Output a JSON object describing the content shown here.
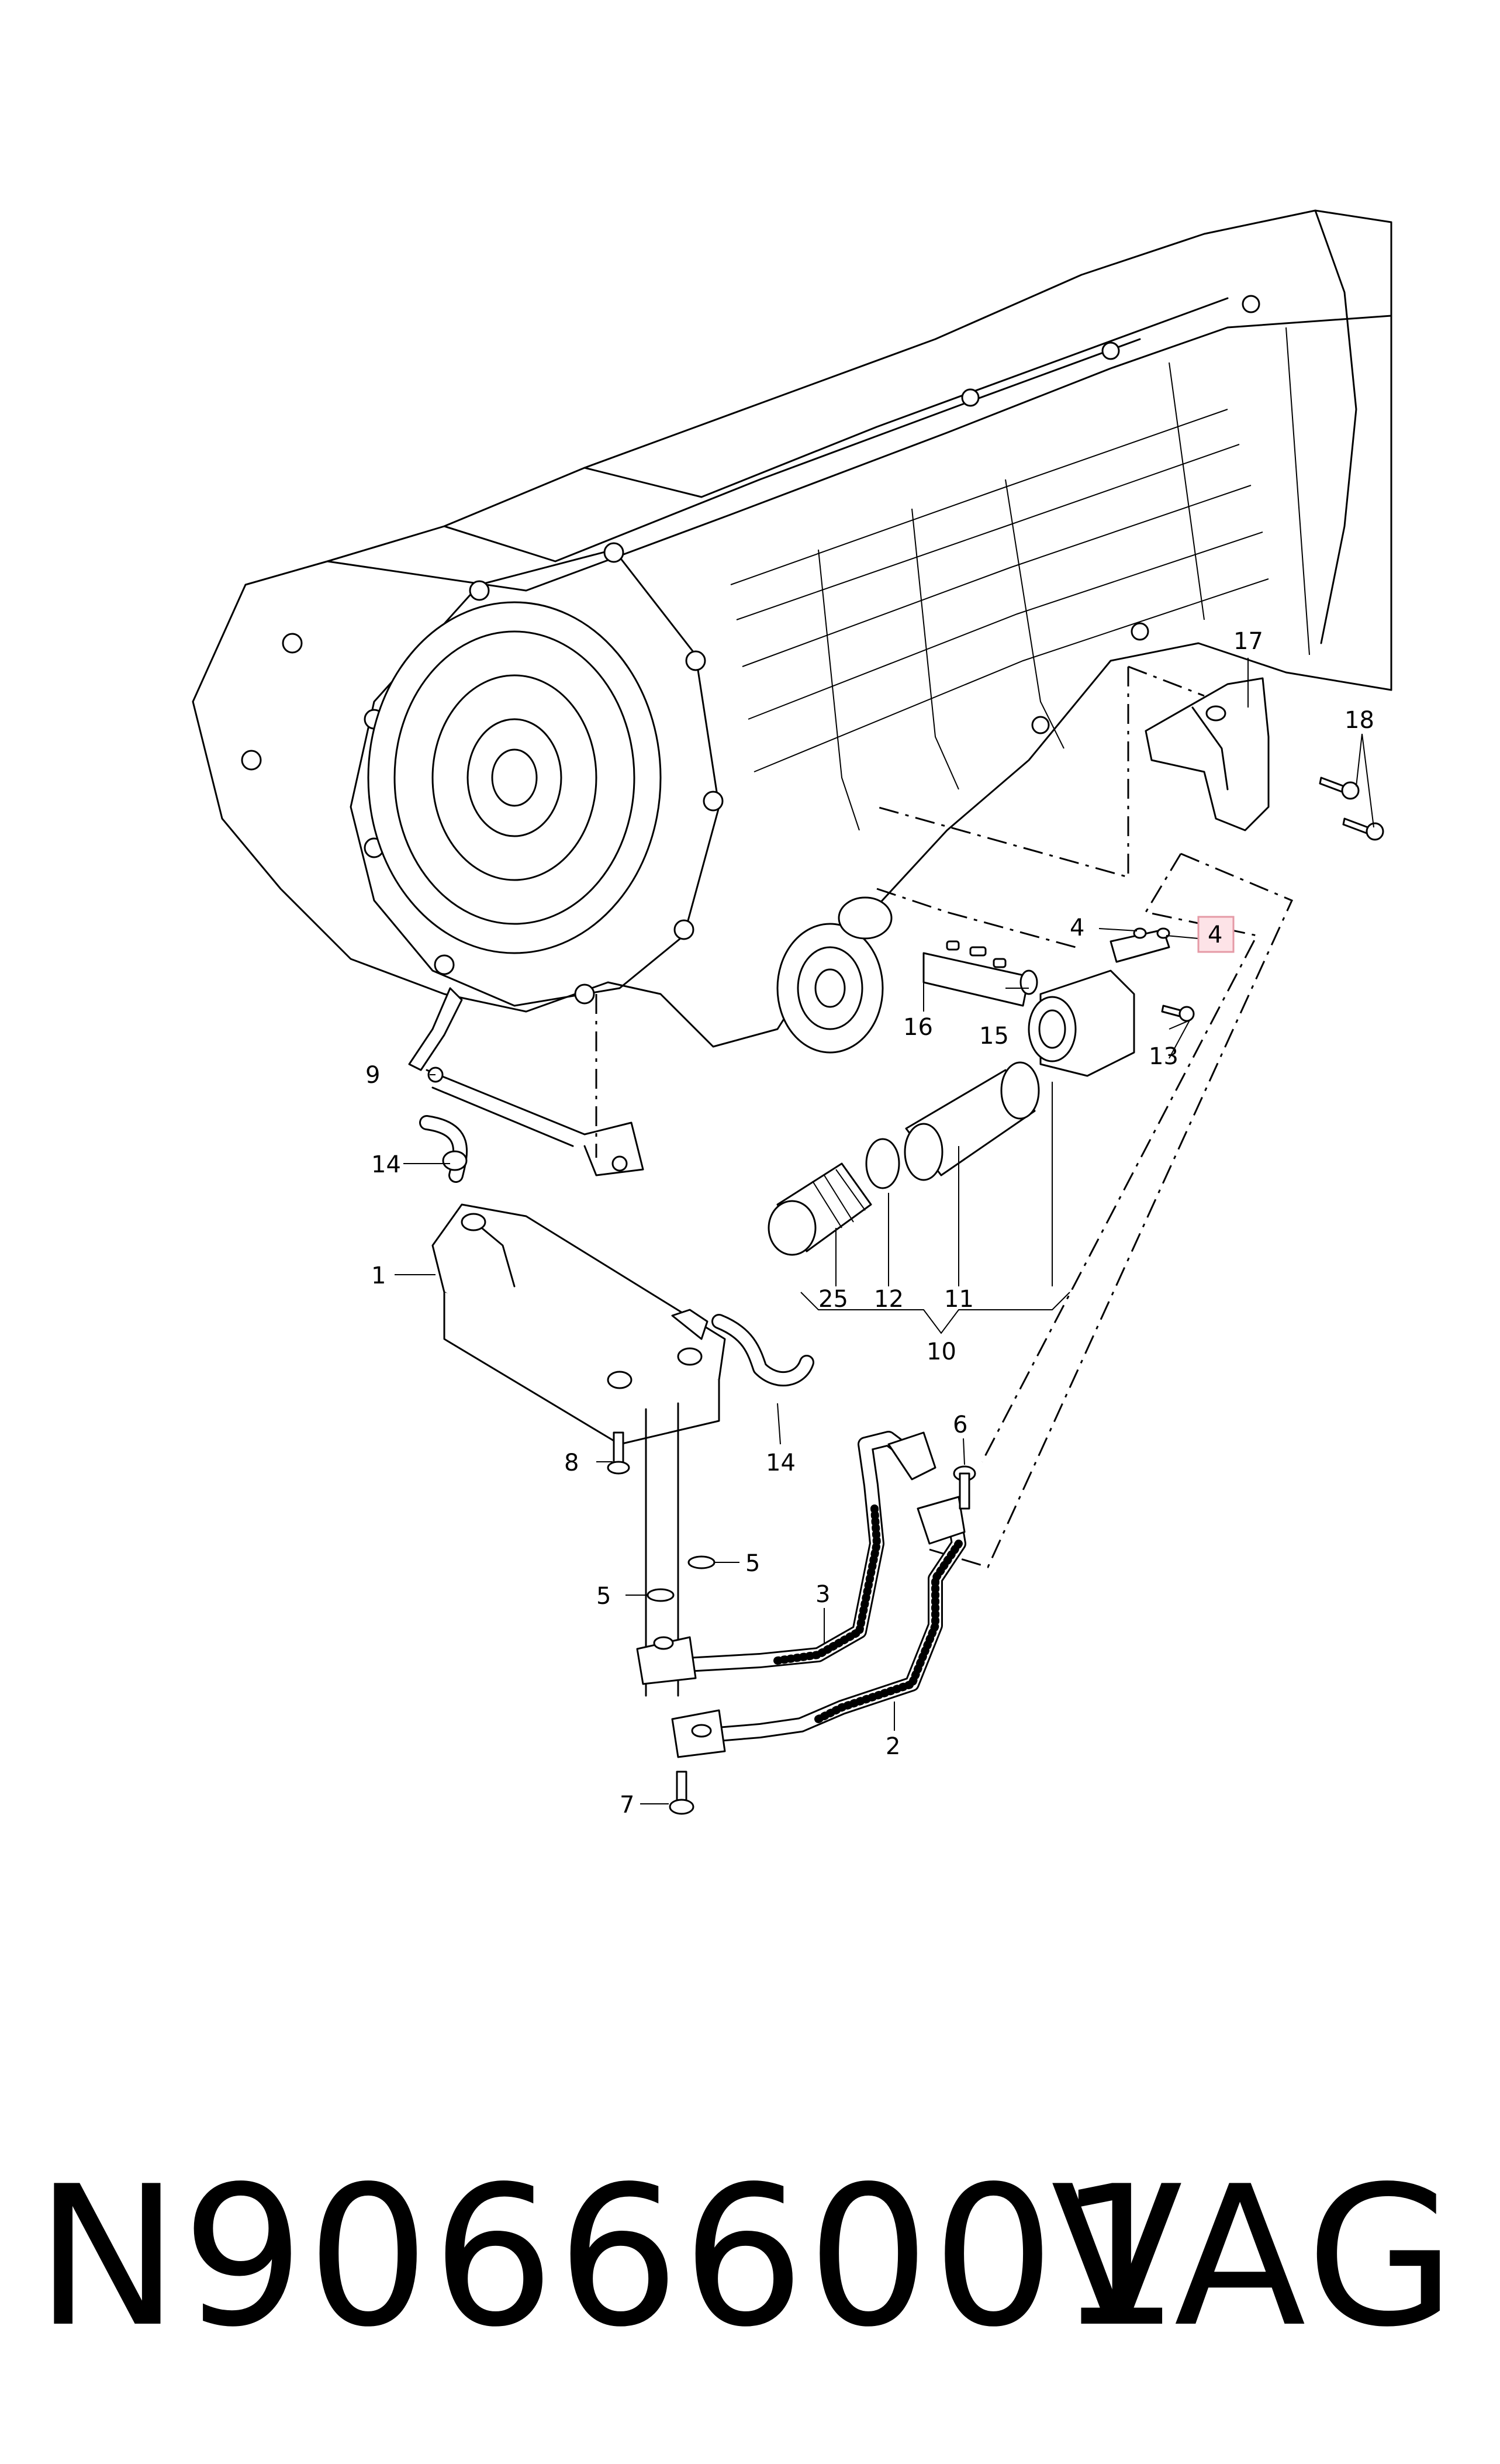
{
  "callouts": {
    "c1": "1",
    "c2": "2",
    "c3": "3",
    "c4a": "4",
    "c4b": "4",
    "c5a": "5",
    "c5b": "5",
    "c6": "6",
    "c7": "7",
    "c8": "8",
    "c9": "9",
    "c10": "10",
    "c11": "11",
    "c12": "12",
    "c13": "13",
    "c14a": "14",
    "c14b": "14",
    "c15": "15",
    "c16": "16",
    "c17": "17",
    "c18": "18",
    "c25": "25"
  },
  "highlight_callout": "4",
  "footer": {
    "part_number": "N90666001",
    "brand": "VAG"
  }
}
